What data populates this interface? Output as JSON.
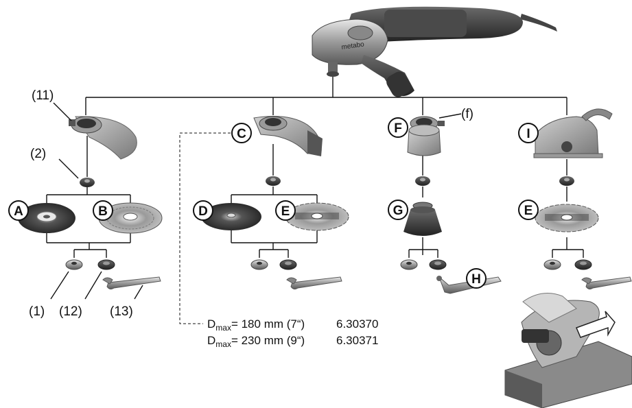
{
  "callouts": {
    "ref_11": "(11)",
    "ref_2": "(2)",
    "ref_1": "(1)",
    "ref_12": "(12)",
    "ref_13": "(13)",
    "ref_f": "(f)"
  },
  "circle_labels": {
    "A": "A",
    "B": "B",
    "C": "C",
    "D": "D",
    "E": "E",
    "F": "F",
    "G": "G",
    "H": "H",
    "I": "I",
    "E2": "E"
  },
  "tool": {
    "brand": "metabo"
  },
  "spec_lines": [
    {
      "symbol": "D",
      "sub": "max",
      "text": "= 180 mm (7“)",
      "code": "6.30370"
    },
    {
      "symbol": "D",
      "sub": "max",
      "text": "= 230 mm (9“)",
      "code": "6.30371"
    }
  ]
}
